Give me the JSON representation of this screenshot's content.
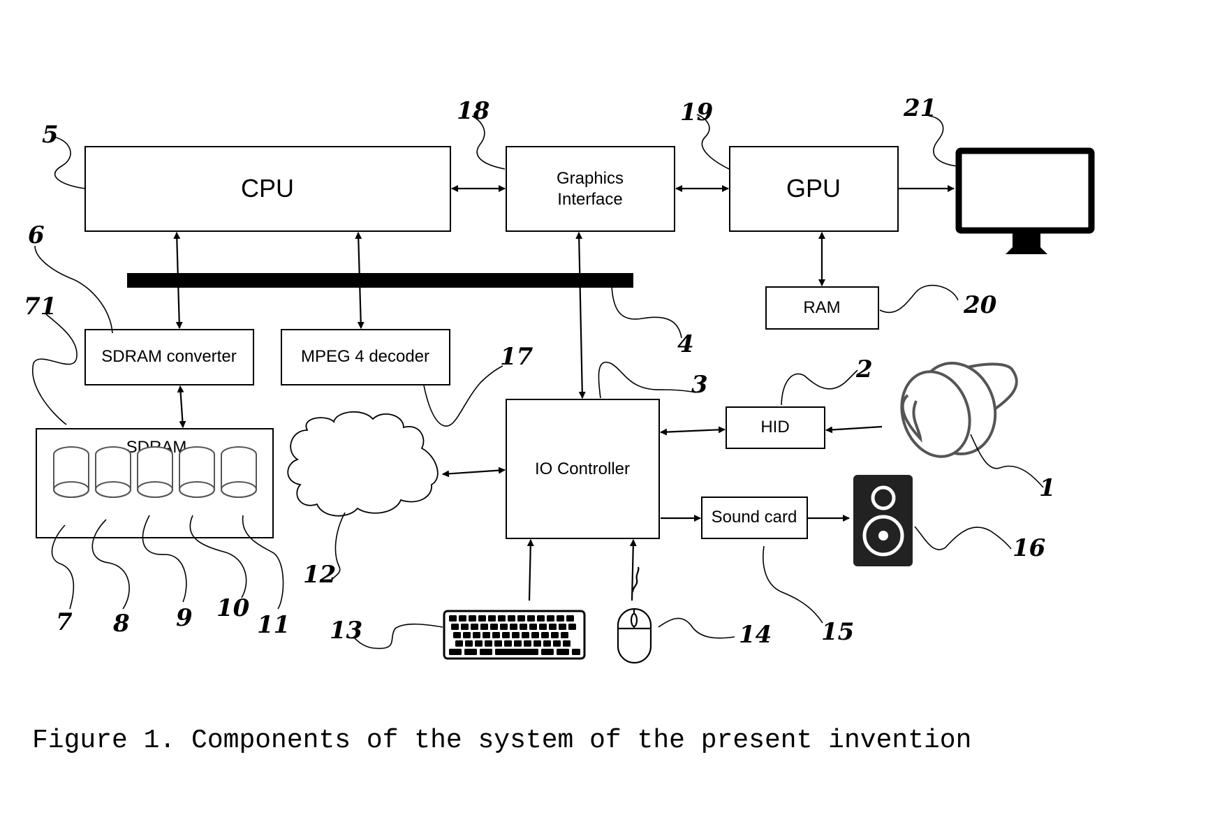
{
  "diagram": {
    "blocks": {
      "cpu": "CPU",
      "graphics_interface_line1": "Graphics",
      "graphics_interface_line2": "Interface",
      "gpu": "GPU",
      "ram": "RAM",
      "sdram_converter": "SDRAM converter",
      "mpeg4_decoder": "MPEG 4 decoder",
      "sdram": "SDRAM",
      "io_controller": "IO Controller",
      "hid": "HID",
      "sound_card": "Sound card"
    },
    "reference_numbers": {
      "n1": "1",
      "n2": "2",
      "n3": "3",
      "n4": "4",
      "n5": "5",
      "n6": "6",
      "n7": "7",
      "n8": "8",
      "n9": "9",
      "n10": "10",
      "n11": "11",
      "n12": "12",
      "n13": "13",
      "n14": "14",
      "n15": "15",
      "n16": "16",
      "n17": "17",
      "n18": "18",
      "n19": "19",
      "n20": "20",
      "n21": "21",
      "n71": "71"
    },
    "icons": [
      "monitor-icon",
      "cloud-icon",
      "keyboard-icon",
      "mouse-icon",
      "speaker-icon",
      "joystick-icon",
      "database-cylinder-icon"
    ]
  },
  "caption": "Figure 1. Components of the system of the present invention"
}
